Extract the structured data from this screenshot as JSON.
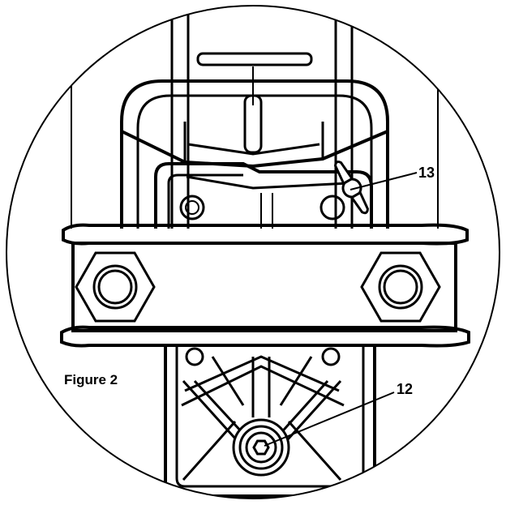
{
  "figure": {
    "caption": "Figure 2",
    "callouts": [
      {
        "number": "13",
        "target": "wing-nut"
      },
      {
        "number": "12",
        "target": "drain-plug"
      }
    ]
  }
}
